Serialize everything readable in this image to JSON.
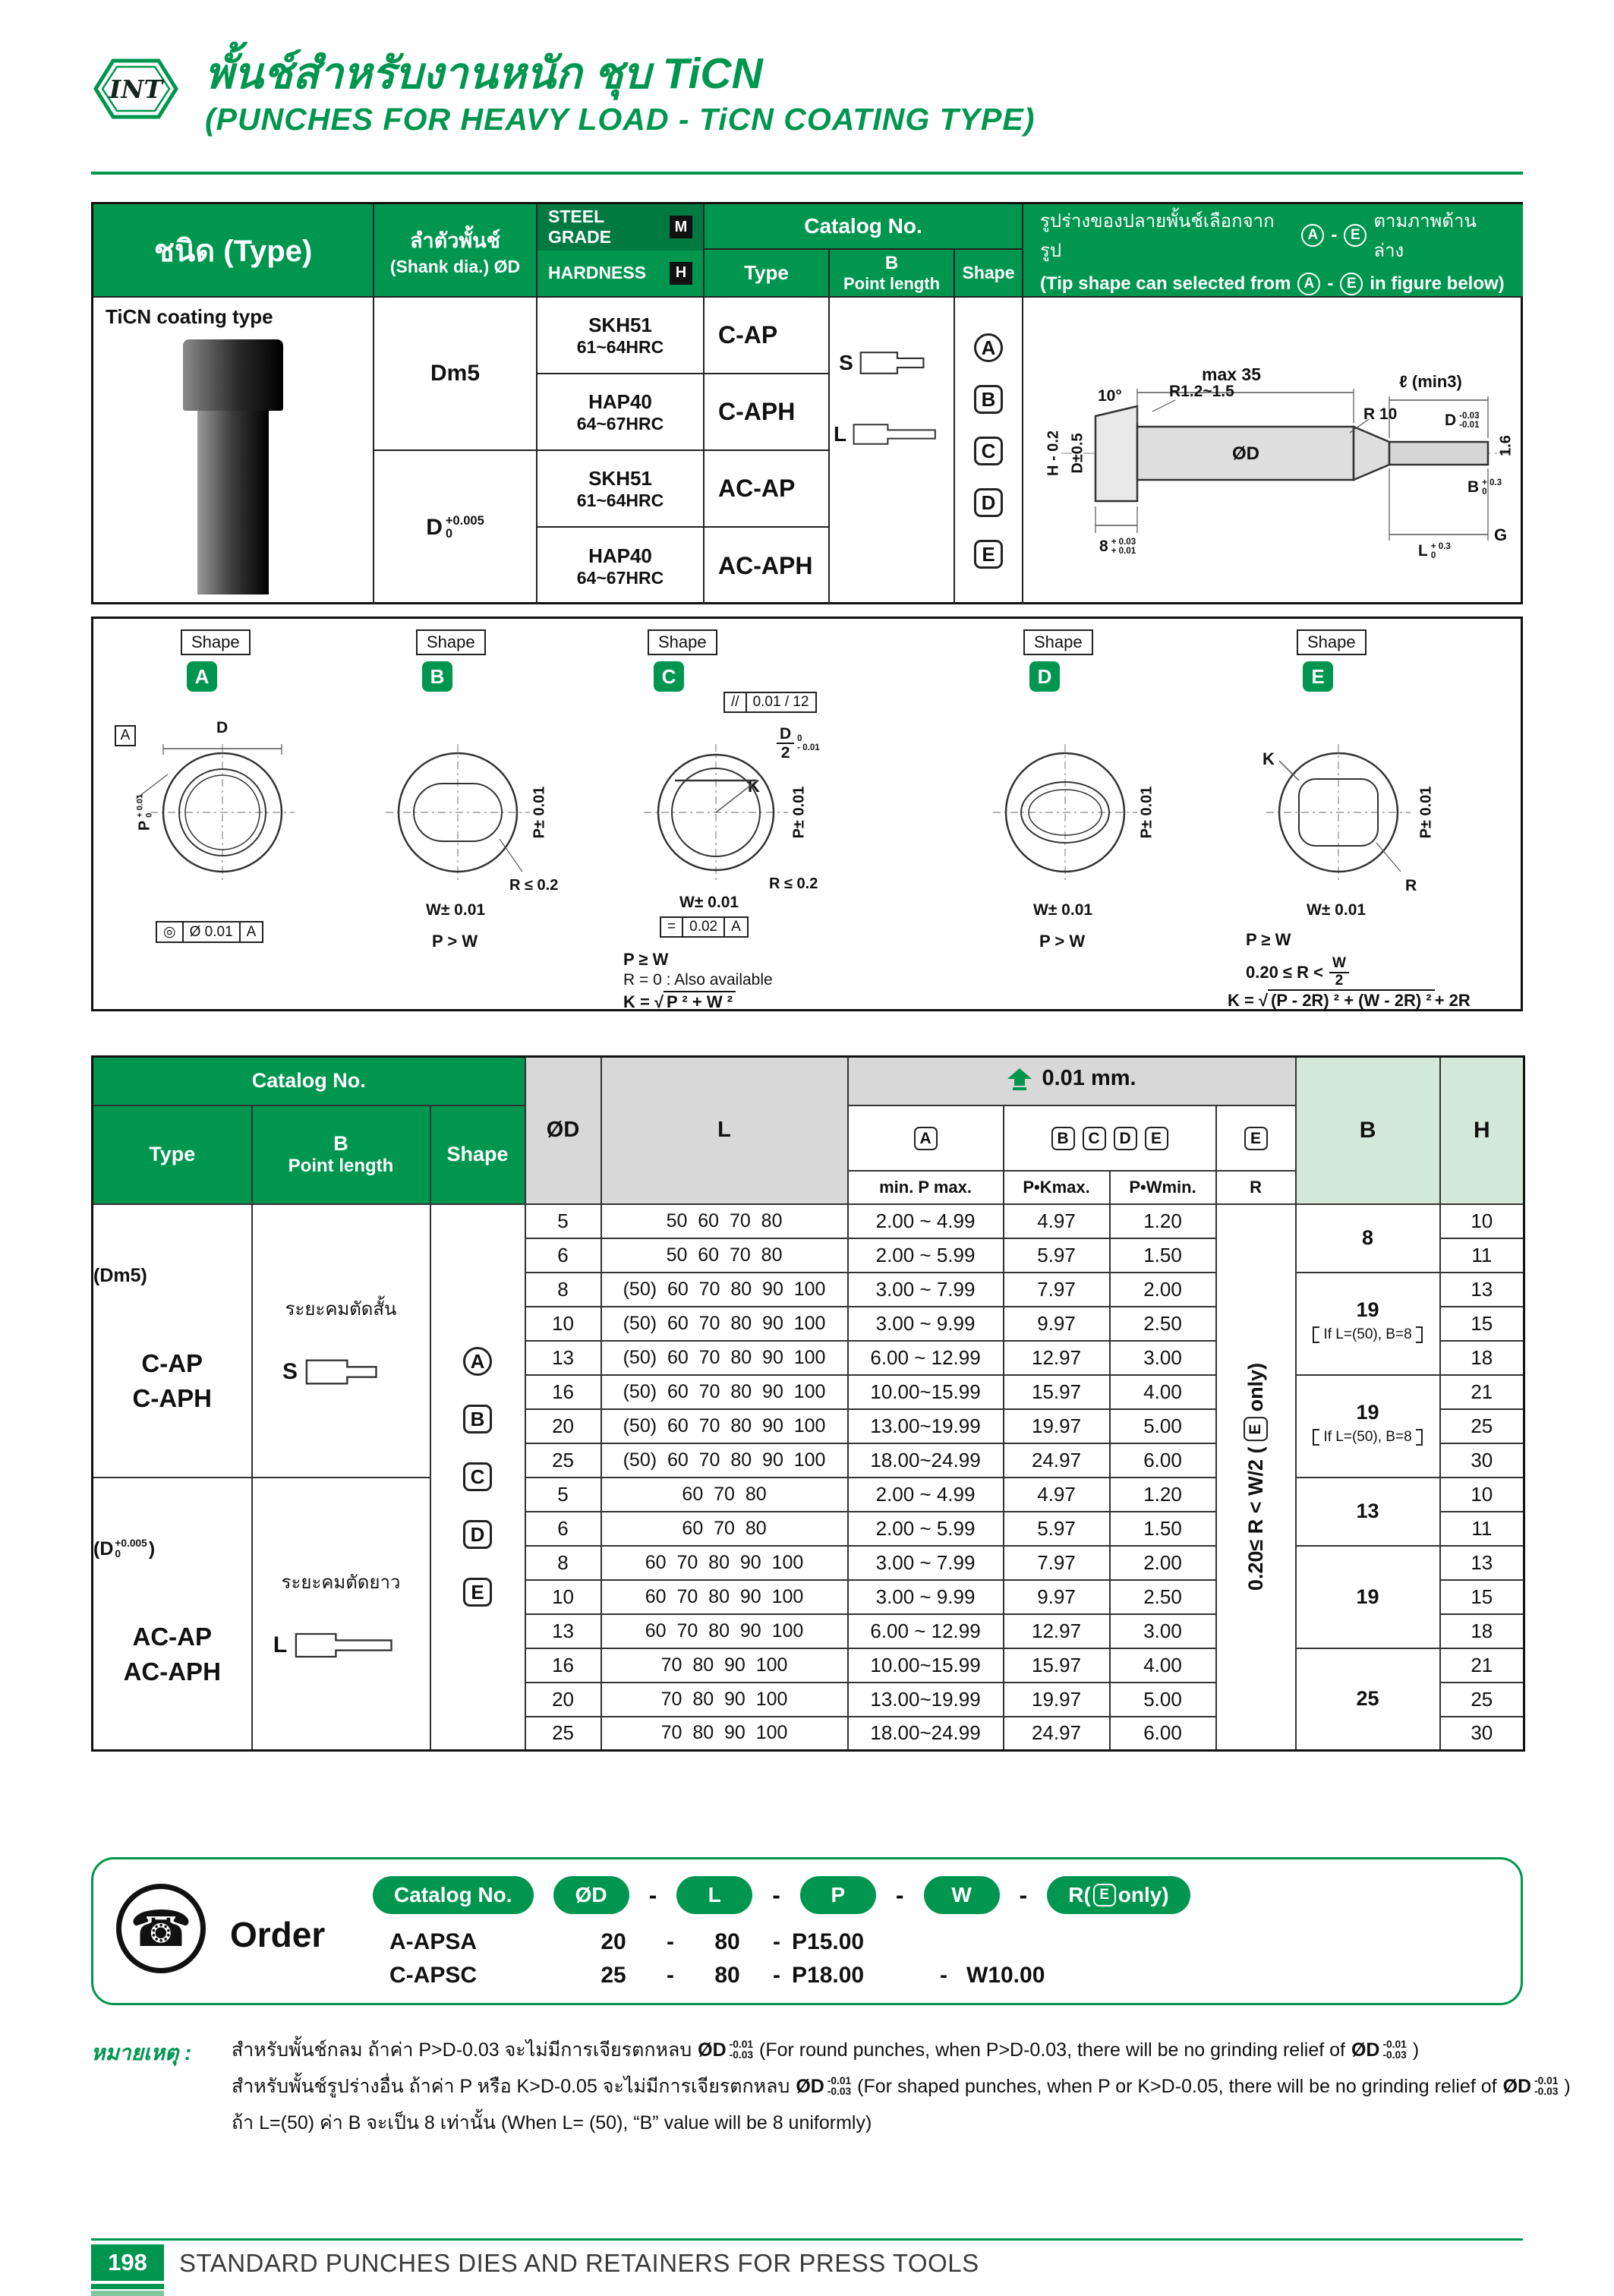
{
  "header": {
    "logo": "INT",
    "title_thai": "พั้นช์สำหรับงานหนัก ชุบ TiCN",
    "title_eng": "(PUNCHES FOR HEAVY LOAD - TiCN COATING TYPE)"
  },
  "spec": {
    "type_header": "ชนิด (Type)",
    "shank_1": "ลำตัวพั้นช์",
    "shank_2": "(Shank dia.) ØD",
    "steel_grade": "STEEL GRADE",
    "m": "M",
    "hardness": "HARDNESS",
    "h": "H",
    "catalog_no": "Catalog No.",
    "type": "Type",
    "b": "B",
    "point_length": "Point length",
    "shape": "Shape",
    "tip_thai_1": "รูปร่างของปลายพั้นช์เลือกจากรูป",
    "tip_thai_2": "ตามภาพด้านล่าง",
    "tip_eng_1": "(Tip shape can selected from",
    "tip_eng_2": "in figure below)",
    "badge_a": "A",
    "badge_e": "E",
    "dash": "-",
    "coating": "TiCN coating type",
    "dm5": "Dm5",
    "d_base": "D",
    "d_sup": "+0.005",
    "d_sub": "0",
    "grades": [
      {
        "grade": "SKH51",
        "hrc": "61~64HRC",
        "type": "C-AP"
      },
      {
        "grade": "HAP40",
        "hrc": "64~67HRC",
        "type": "C-APH"
      },
      {
        "grade": "SKH51",
        "hrc": "61~64HRC",
        "type": "AC-AP"
      },
      {
        "grade": "HAP40",
        "hrc": "64~67HRC",
        "type": "AC-APH"
      }
    ],
    "s": "S",
    "l": "L",
    "shapes": [
      "A",
      "B",
      "C",
      "D",
      "E"
    ],
    "drawing": {
      "max35": "max 35",
      "lmin": "ℓ (min3)",
      "d_base": "D",
      "d_sup": "-0.03",
      "d_sub": "-0.01",
      "r1215": "R1.2~1.5",
      "r10": "R 10",
      "deg10": "10°",
      "h02": "H - 0.2",
      "d05": "D±0.5",
      "od": "ØD",
      "b_base": "B",
      "b_sup": "+ 0.3",
      "b_sub": "0",
      "n8_base": "8",
      "n8_sup": "+ 0.03",
      "n8_sub": "+ 0.01",
      "l_base": "L",
      "l_sup": "+ 0.3",
      "l_sub": "0",
      "g": "G",
      "s16": "1.6"
    }
  },
  "shapes": {
    "label": "Shape",
    "a": {
      "letter": "A",
      "datum": "A",
      "d": "D",
      "p_base": "P",
      "p_sup": "+ 0.01",
      "p_sub": "0",
      "fcf_sym": "◎",
      "fcf_tol": "Ø 0.01",
      "fcf_datum": "A"
    },
    "b": {
      "letter": "B",
      "p": "P± 0.01",
      "r": "R ≤ 0.2",
      "w": "W± 0.01",
      "rel": "P > W"
    },
    "c": {
      "letter": "C",
      "par_sym": "//",
      "par_tol": "0.01 / 12",
      "half_num": "D",
      "half_den": "2",
      "half_sup": "0",
      "half_sub": "- 0.01",
      "k": "K",
      "p": "P± 0.01",
      "r": "R ≤ 0.2",
      "w": "W± 0.01",
      "sym_sym": "=",
      "sym_tol": "0.02",
      "sym_datum": "A",
      "rel": "P ≥ W",
      "note": "R = 0 : Also available",
      "f_pre": "K = √",
      "f_rad": "P ² + W ²"
    },
    "d": {
      "letter": "D",
      "p": "P± 0.01",
      "w": "W± 0.01",
      "rel": "P > W"
    },
    "e": {
      "letter": "E",
      "k": "K",
      "p": "P± 0.01",
      "r": "R",
      "w": "W± 0.01",
      "rel": "P ≥ W",
      "range_pre": "0.20 ≤ R <",
      "range_num": "W",
      "range_den": "2",
      "f_pre": "K = √",
      "f_rad": "(P - 2R) ² + (W - 2R) ²",
      "f_post": "+ 2R"
    }
  },
  "table": {
    "catalog_no": "Catalog No.",
    "type": "Type",
    "b_h": "B",
    "point_length": "Point length",
    "shape": "Shape",
    "od": "ØD",
    "l": "L",
    "tol": "0.01 mm.",
    "badges": [
      "A",
      "B",
      "C",
      "D",
      "E"
    ],
    "sub_a": "min. P max.",
    "sub_k": "P•Kmax.",
    "sub_w": "P•Wmin.",
    "sub_r": "R",
    "col_b": "B",
    "col_h": "H",
    "group1": {
      "dm5": "(Dm5)",
      "thai": "ระยะคมตัดสั้น",
      "sl": "S",
      "t1": "C-AP",
      "t2": "C-APH"
    },
    "group2": {
      "d_open": "(D",
      "d_sup": "+0.005",
      "d_sub": "0",
      "d_close": ")",
      "thai": "ระยะคมตัดยาว",
      "sl": "L",
      "t1": "AC-AP",
      "t2": "AC-APH"
    },
    "r_note_pre": "0.20≤ R < W/2 (",
    "r_note_e": "E",
    "r_note_post": "only)",
    "b_groups": [
      {
        "v": "8",
        "note": ""
      },
      {
        "v": "19",
        "note": "If L=(50), B=8"
      },
      {
        "v": "19",
        "note": "If L=(50), B=8"
      },
      {
        "v": "13",
        "note": ""
      },
      {
        "v": "19",
        "note": ""
      },
      {
        "v": "25",
        "note": ""
      }
    ],
    "rows": [
      {
        "od": "5",
        "l": "50  60  70  80",
        "a": "2.00 ~ 4.99",
        "k": "4.97",
        "w": "1.20",
        "h": "10"
      },
      {
        "od": "6",
        "l": "50  60  70  80",
        "a": "2.00 ~ 5.99",
        "k": "5.97",
        "w": "1.50",
        "h": "11"
      },
      {
        "od": "8",
        "l": "(50)  60  70  80  90  100",
        "a": "3.00 ~ 7.99",
        "k": "7.97",
        "w": "2.00",
        "h": "13"
      },
      {
        "od": "10",
        "l": "(50)  60  70  80  90  100",
        "a": "3.00 ~ 9.99",
        "k": "9.97",
        "w": "2.50",
        "h": "15"
      },
      {
        "od": "13",
        "l": "(50)  60  70  80  90  100",
        "a": "6.00 ~ 12.99",
        "k": "12.97",
        "w": "3.00",
        "h": "18"
      },
      {
        "od": "16",
        "l": "(50)  60  70  80  90  100",
        "a": "10.00~15.99",
        "k": "15.97",
        "w": "4.00",
        "h": "21"
      },
      {
        "od": "20",
        "l": "(50)  60  70  80  90  100",
        "a": "13.00~19.99",
        "k": "19.97",
        "w": "5.00",
        "h": "25"
      },
      {
        "od": "25",
        "l": "(50)  60  70  80  90  100",
        "a": "18.00~24.99",
        "k": "24.97",
        "w": "6.00",
        "h": "30"
      },
      {
        "od": "5",
        "l": "60  70  80",
        "a": "2.00 ~ 4.99",
        "k": "4.97",
        "w": "1.20",
        "h": "10"
      },
      {
        "od": "6",
        "l": "60  70  80",
        "a": "2.00 ~ 5.99",
        "k": "5.97",
        "w": "1.50",
        "h": "11"
      },
      {
        "od": "8",
        "l": "60  70  80  90  100",
        "a": "3.00 ~ 7.99",
        "k": "7.97",
        "w": "2.00",
        "h": "13"
      },
      {
        "od": "10",
        "l": "60  70  80  90  100",
        "a": "3.00 ~ 9.99",
        "k": "9.97",
        "w": "2.50",
        "h": "15"
      },
      {
        "od": "13",
        "l": "60  70  80  90  100",
        "a": "6.00 ~ 12.99",
        "k": "12.97",
        "w": "3.00",
        "h": "18"
      },
      {
        "od": "16",
        "l": "70  80  90  100",
        "a": "10.00~15.99",
        "k": "15.97",
        "w": "4.00",
        "h": "21"
      },
      {
        "od": "20",
        "l": "70  80  90  100",
        "a": "13.00~19.99",
        "k": "19.97",
        "w": "5.00",
        "h": "25"
      },
      {
        "od": "25",
        "l": "70  80  90  100",
        "a": "18.00~24.99",
        "k": "24.97",
        "w": "6.00",
        "h": "30"
      }
    ]
  },
  "order": {
    "label": "Order",
    "pill_catalog": "Catalog No.",
    "pill_od": "ØD",
    "pill_l": "L",
    "pill_p": "P",
    "pill_w": "W",
    "pill_r_pre": "R(",
    "pill_r_e": "E",
    "pill_r_post": "only)",
    "sep": "-",
    "rows": [
      {
        "cat": "A-APSA",
        "od": "20",
        "s1": "-",
        "l": "80",
        "s2": "-",
        "p": "P15.00",
        "s3": "",
        "w": ""
      },
      {
        "cat": "C-APSC",
        "od": "25",
        "s1": "-",
        "l": "80",
        "s2": "-",
        "p": "P18.00",
        "s3": "-",
        "w": "W10.00"
      }
    ]
  },
  "notes": {
    "label": "หมายเหตุ :",
    "l1_thai": "สำหรับพั้นช์กลม ถ้าค่า P>D-0.03 จะไม่มีการเจียรตกหลบ",
    "l1_eng": "(For round punches, when P>D-0.03, there will be no grinding relief of",
    "l2_thai": "สำหรับพั้นช์รูปร่างอื่น ถ้าค่า P หรือ K>D-0.05 จะไม่มีการเจียรตกหลบ",
    "l2_eng": "(For shaped punches, when P or K>D-0.05, there will be no grinding relief of",
    "l3": "ถ้า L=(50) ค่า B จะเป็น 8 เท่านั้น (When L= (50), “B” value will be 8 uniformly)",
    "od_base": "ØD",
    "od_sup": "-0.01",
    "od_sub": "-0.03",
    "close": ")"
  },
  "footer": {
    "page": "198",
    "text": "STANDARD PUNCHES DIES AND RETAINERS FOR PRESS TOOLS"
  }
}
